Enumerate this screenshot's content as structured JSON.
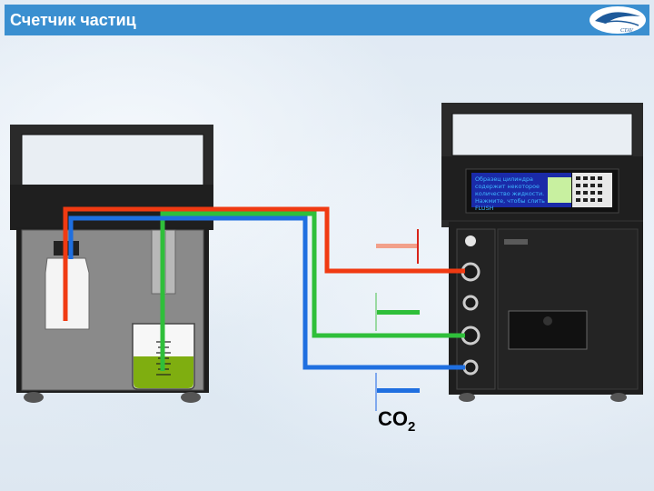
{
  "header": {
    "title": "Счетчик частиц",
    "logo_text": "CTAV"
  },
  "display": {
    "lines": [
      "Образец цилиндра",
      "содержит некоторое",
      "количество жидкости.",
      "Нажмите, чтобы слить",
      "FLUSH"
    ]
  },
  "labels": {
    "gas": "CO",
    "gas_subscript": "2"
  },
  "colors": {
    "title_bar": "#3a8fd0",
    "red_line": "#f03a12",
    "green_line": "#2fbf3a",
    "blue_line": "#1f6fe0",
    "liquid": "#7fae10",
    "device_body": "#2a2a2a"
  }
}
